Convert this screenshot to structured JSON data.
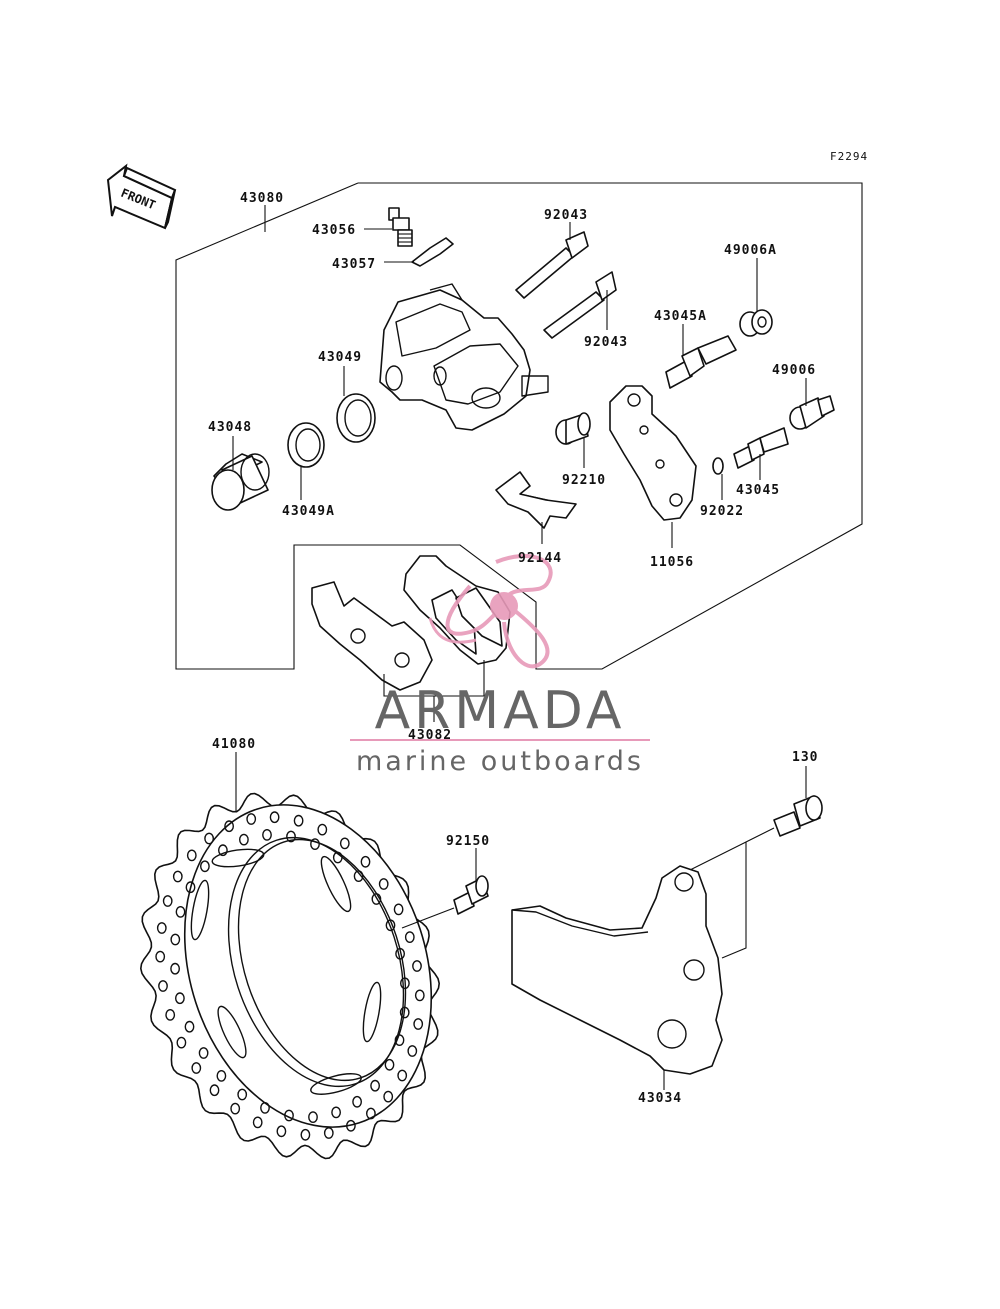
{
  "diagram": {
    "code": "F2294",
    "front_label": "FRONT",
    "watermark": {
      "title": "ARMADA",
      "subtitle": "marine outboards",
      "logo_color": "#e79ab9",
      "text_color": "#666666"
    },
    "parts": {
      "p43080": "43080",
      "p43056": "43056",
      "p43057": "43057",
      "p92043a": "92043",
      "p92043b": "92043",
      "p49006A": "49006A",
      "p43045A": "43045A",
      "p49006": "49006",
      "p43049": "43049",
      "p43048": "43048",
      "p43049A": "43049A",
      "p92210": "92210",
      "p43045": "43045",
      "p92022": "92022",
      "p92144": "92144",
      "p11056": "11056",
      "p43082": "43082",
      "p41080": "41080",
      "p92150": "92150",
      "p130": "130",
      "p43034": "43034"
    }
  }
}
